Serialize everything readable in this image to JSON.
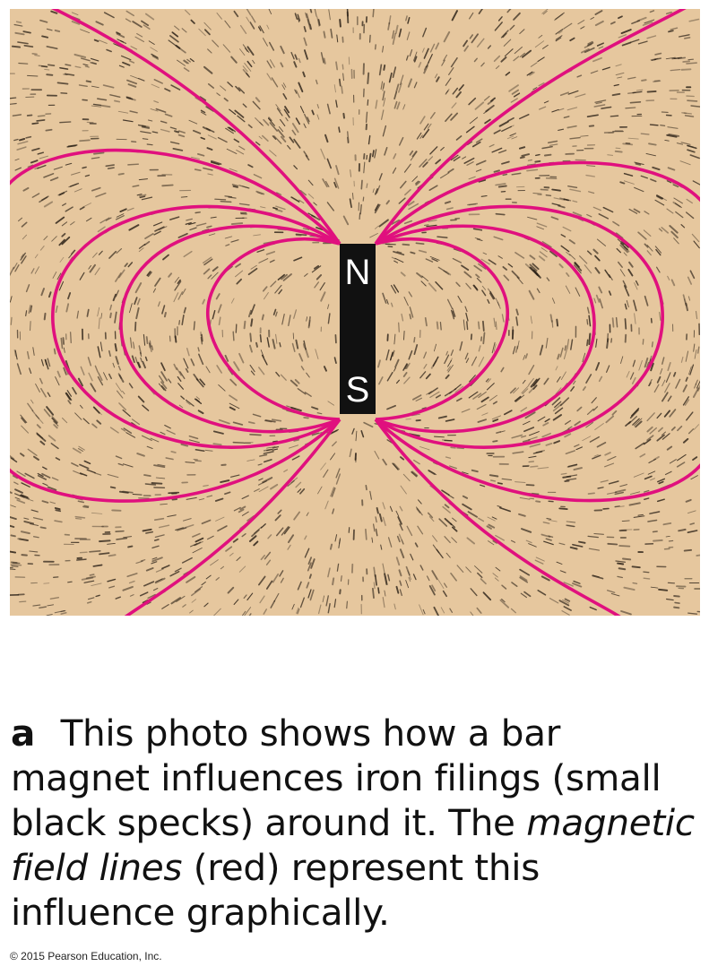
{
  "figure": {
    "magnet": {
      "north_label": "N",
      "south_label": "S"
    },
    "colors": {
      "background": "#e6c79e",
      "filings": "#2a2016",
      "field_lines": "#e0107e",
      "magnet": "#111111"
    }
  },
  "caption": {
    "label": "a",
    "text_before": "This photo shows how a bar magnet influences iron filings (small black specks) around it. The",
    "emphasis": "magnetic field lines",
    "text_after": "(red) represent this influence graphically."
  },
  "copyright": "© 2015 Pearson Education, Inc."
}
